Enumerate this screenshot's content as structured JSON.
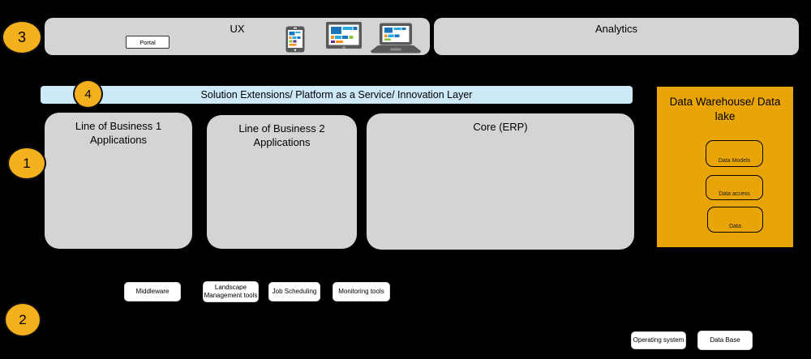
{
  "diagram": {
    "ux": {
      "title": "UX",
      "portal_label": "Portal"
    },
    "analytics": {
      "title": "Analytics"
    },
    "paas_bar": {
      "label": "Solution Extensions/ Platform as a Service/ Innovation Layer"
    },
    "badges": {
      "one": "1",
      "two": "2",
      "three": "3",
      "four": "4"
    },
    "app_boxes": {
      "lob1": "Line of Business 1\nApplications",
      "lob2": "Line of Business 2\nApplications",
      "core": "Core (ERP)"
    },
    "warehouse": {
      "title": "Data Warehouse/ Data\nlake",
      "buttons": [
        "Data Models",
        "Data access",
        "Data"
      ]
    },
    "tool_buttons": [
      "Middleware",
      "Landscape\nManagement tools",
      "Job Scheduling",
      "Monitoring tools"
    ],
    "infra_buttons": [
      "Operating system",
      "Data Base"
    ],
    "colors": {
      "badge_gold": "#F5B01E",
      "warehouse_orange": "#E9A507",
      "layer_gray": "#D4D4D4",
      "paas_blue": "#CDE9F8",
      "background": "#000000"
    }
  }
}
